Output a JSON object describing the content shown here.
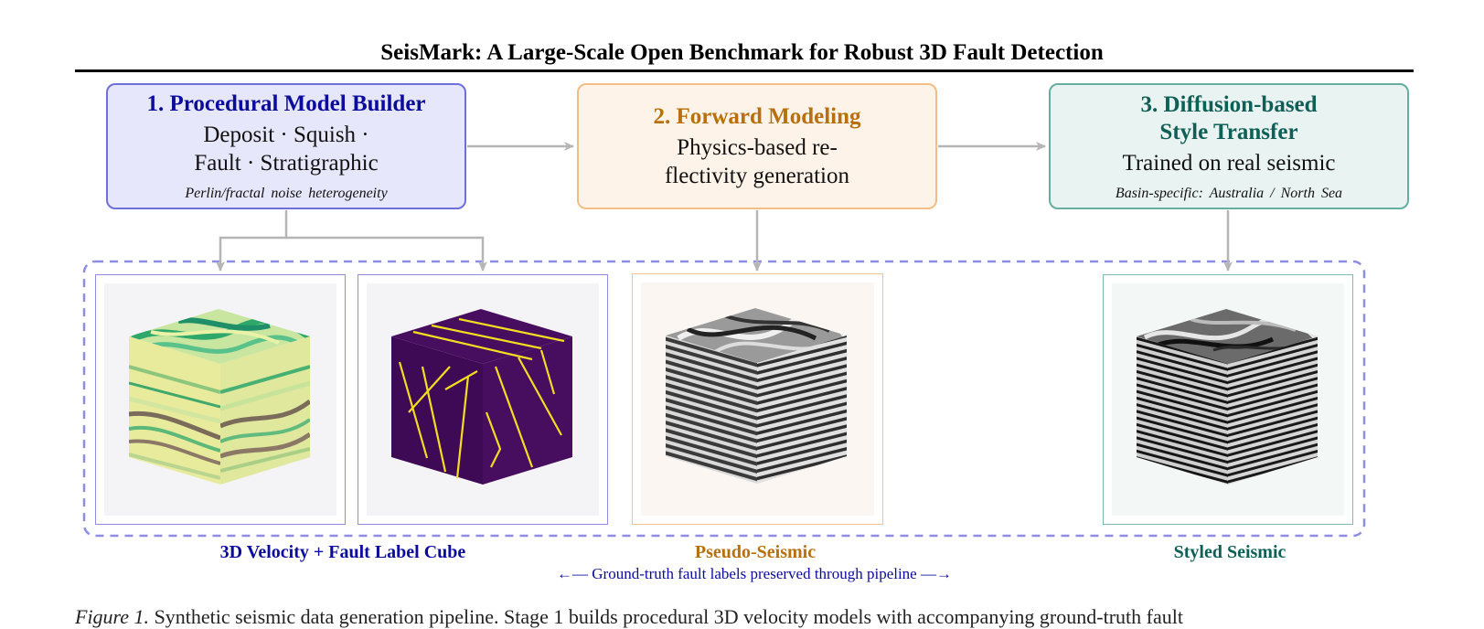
{
  "title": "SeisMark: A Large-Scale Open Benchmark for Robust 3D Fault Detection",
  "stages": [
    {
      "title": "1.  Procedural Model Builder",
      "body": [
        "Deposit · Squish ·",
        "Fault · Stratigraphic"
      ],
      "note": "Perlin/fractal noise heterogeneity",
      "color": "#0c0c9c"
    },
    {
      "title": "2.  Forward Modeling",
      "body": [
        "Physics-based re-",
        "flectivity generation"
      ],
      "color": "#b8700e"
    },
    {
      "title_lines": [
        "3.  Diffusion-based",
        "Style Transfer"
      ],
      "body": [
        "Trained on real seismic"
      ],
      "note": "Basin-specific:  Australia / North Sea",
      "color": "#0e5f56"
    }
  ],
  "panels": [
    {
      "icon": "velocity-cube-icon"
    },
    {
      "icon": "fault-label-cube-icon"
    },
    {
      "icon": "pseudo-seismic-cube-icon"
    },
    {
      "icon": "styled-seismic-cube-icon"
    }
  ],
  "captions": {
    "velocity_fault": "3D Velocity + Fault Label Cube",
    "pseudo": "Pseudo-Seismic",
    "styled": "Styled Seismic"
  },
  "ground_truth_note": "←— Ground-truth fault labels preserved through pipeline —→",
  "figure_caption": {
    "label": "Figure 1.",
    "text": "Synthetic seismic data generation pipeline. Stage 1 builds procedural 3D velocity models with accompanying ground-truth fault"
  },
  "colors": {
    "stage1_border": "#6f6fdc",
    "stage2_border": "#f1be86",
    "stage3_border": "#66ada4",
    "dashed_group": "#8d8de2",
    "connector": "#b5b5b5"
  }
}
